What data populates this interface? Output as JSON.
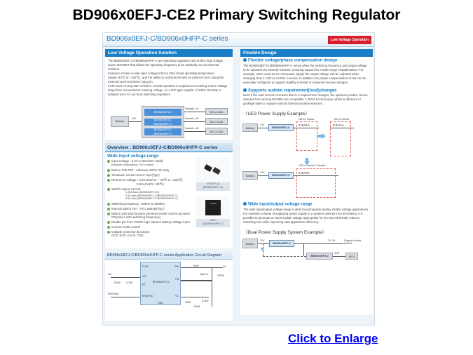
{
  "slide": {
    "title": "BD906x0EFJ-CE2  Primary Switching Regulator",
    "enlarge_link": "Click to Enlarge"
  },
  "doc": {
    "series_title": "BD906x0EFJ-C/BD906x0HFP-C series",
    "badge": "Low Voltage Operation",
    "left": {
      "section_title": "Low Voltage Operation Solution",
      "intro": [
        "The BD906x0EFJ-C/BD906x0HFP-C are switching regulators with built-in high voltage power MOSFET that allows the operating frequency to be arbitrarily set via external resistors.",
        "Features include a wide input voltage(3.5V to 36V) broad operating temperature range(−40℃ to +125℃), and the ability to synchronize with an external clock using the external synchronization input pin.",
        "In the case of stop-start vehicles, normal operation is required even during severe voltage drops from conventional cranking voltage, so a Pch type capable of 100% ON duty is adopted even for our buck switching regulators."
      ],
      "block_diagram": {
        "battery": "Battery",
        "input_voltage": "12V",
        "ics": [
          "BD90610EFJ-C",
          "BD90620EFJ-C\nBD90620HFP-C",
          "BD90640EFJ-C\nBD90640HFP-C"
        ],
        "outputs": [
          {
            "label": "Variable, 1A",
            "load": "MCU,CAN"
          },
          {
            "label": "Variable, 2A",
            "load": "MCU,CAN"
          },
          {
            "label": "Variable, 4A",
            "load": "MCU,CAN"
          }
        ]
      },
      "overview_title": "Overview : BD906x0EFJ-C/BD906x0HFP-C series",
      "overview_sub": "Wide input voltage range",
      "features": [
        {
          "text": "Input voltage : 3.5V to 36V(42V rated)",
          "note": "(However, initial startup 3.9V or more)"
        },
        {
          "text": "Built-in Pch FET : achieves 100% ON duty"
        },
        {
          "text": "Shutdown circuit current: 0μA(Typ.)"
        },
        {
          "text": "Reference voltage : 0.8V±2%(Ta : −40℃ to +125℃)",
          "note": "0.8V±1%(Ta : 25℃)"
        },
        {
          "text": "Switch output current :",
          "sub": [
            "1.25A Max.(BD90610EFJ-C)",
            "2.5A Max.(BD90620EFJ-C/BD90620HFP-C)",
            "4.0A Max.(BD90640EFJ-C/BD90610HFP-C)"
          ]
        },
        {
          "text": "Switching frequency : 50kHz to 600kHz"
        },
        {
          "text": "Internal switch FET : Pch 160mΩ(Typ.)"
        },
        {
          "text": "Built-in soft start function prevents inrush current at power ON(varies with switching frequency)"
        },
        {
          "text": "Enable pin from CMOS logic input to battery voltage input"
        },
        {
          "text": "Current mode control"
        },
        {
          "text": "Multiple protection functions",
          "note": "OCP, SCP, UVLO, TSD"
        }
      ],
      "packages": [
        {
          "name": "HTSOPJ-8",
          "part": "(BD906x0EFJ-C)"
        },
        {
          "name": "HRP7",
          "part": "(BD906x0HFP-C)",
          "marking": "ROHM"
        }
      ],
      "circuit_title": "BD906x0EFJ-C/BD906x0HFP-C series Application Circuit Diagram",
      "circuit": {
        "ic": "BD906x0EFJ-C",
        "pins_left": [
          "PVIN",
          "VIN",
          "RT",
          "EN/SYNC"
        ],
        "pins_right": [
          "SW",
          "FB",
          "VC"
        ],
        "pin_bottom": "GND",
        "inputs": [
          "Vin",
          "EN/SYNC"
        ],
        "output": "Vo",
        "components": [
          "220μF",
          "4.7μF",
          "100pF",
          "27kΩ",
          "10μH",
          "22μF×2",
          "43kΩ",
          "OPEN",
          "8.2kΩ",
          "20kΩ",
          "470pF"
        ]
      }
    },
    "right": {
      "section_title": "Flexible Design",
      "sub1": {
        "title": "Flexible voltage/phase compensation design",
        "text": "The BD906x0EFJ-C/BD906x0HFP-C series allow the switching frequency and output voltage to be adjusted via external resistors, ensuring support for a wide range of applications. For example, when used as an LED power supply the output voltage can be adjusted when changing from 1 LED to 2 LEDs in series. In addition, the phase compensation circuit can be externally configured to support stability-oriented or response-focused designs."
      },
      "sub2": {
        "title": "Supports sudden requirement(load)changes",
        "text": "Even if the load current increases due to a requirement changes, the optimum product can be selected from among ROHM's pin-compatible 1.25A/2.5A/4A lineup, which is offered in 2 package types to support various thermal countermeasures."
      },
      "led_example": {
        "title": "〈LED Power Supply Example〉",
        "battery": "Battery",
        "input_voltage": "12V",
        "ic1": "BD90610EFJ-C",
        "ic2": "BD90620EFJ-C",
        "config1": {
          "label": "LED=1 Series",
          "value": "4.3V/1A"
        },
        "config2": {
          "label": "LED=2 Series",
          "value": "8.6V/1A"
        },
        "config3": {
          "label": "LED=1 Series 2 Parallel",
          "value": "4.3V/2A"
        }
      },
      "sub3": {
        "title": "Wide input/output voltage range",
        "text": "The wide input/output voltage range is ideal for primary/secondary middle voltage applications. For example, instead of supplying power supply to 2 systems directly from the battery, it is possible to generate an intermediate voltage appropriate for the MCU that both reduces switching loss while improving total application efficiency."
      },
      "dual_example": {
        "title": "〈Dual Power Supply System Example〉",
        "battery": "Battery",
        "input_voltage": "12V",
        "ic1": "BD906x0EFJ-C",
        "ic2": "BD906x0EFJ-C",
        "out1": "7V, 1A",
        "out1_dest": "Supply to other boards",
        "out2": "3.3V",
        "load": "MCU"
      }
    }
  }
}
